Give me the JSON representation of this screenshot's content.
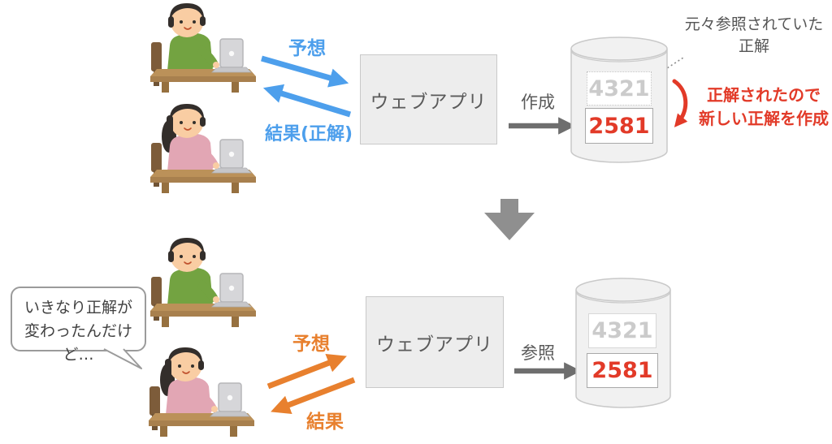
{
  "colors": {
    "accent_blue": "#4d9fec",
    "accent_orange": "#e8802e",
    "accent_red": "#e23a28",
    "arrow_gray": "#6e6e6e",
    "divider_gray": "#8f8f8f"
  },
  "top": {
    "predict": "予想",
    "result": "結果(正解)",
    "app": "ウェブアプリ",
    "create": "作成",
    "db_old": "4321",
    "db_new": "2581",
    "origin_note_line1": "元々参照されていた",
    "origin_note_line2": "正解",
    "new_note_line1": "正解されたので",
    "new_note_line2": "新しい正解を作成"
  },
  "bottom": {
    "predict": "予想",
    "result": "結果",
    "app": "ウェブアプリ",
    "reference": "参照",
    "db_old": "4321",
    "db_new": "2581",
    "bubble_line1": "いきなり正解が",
    "bubble_line2": "変わったんだけど…"
  }
}
